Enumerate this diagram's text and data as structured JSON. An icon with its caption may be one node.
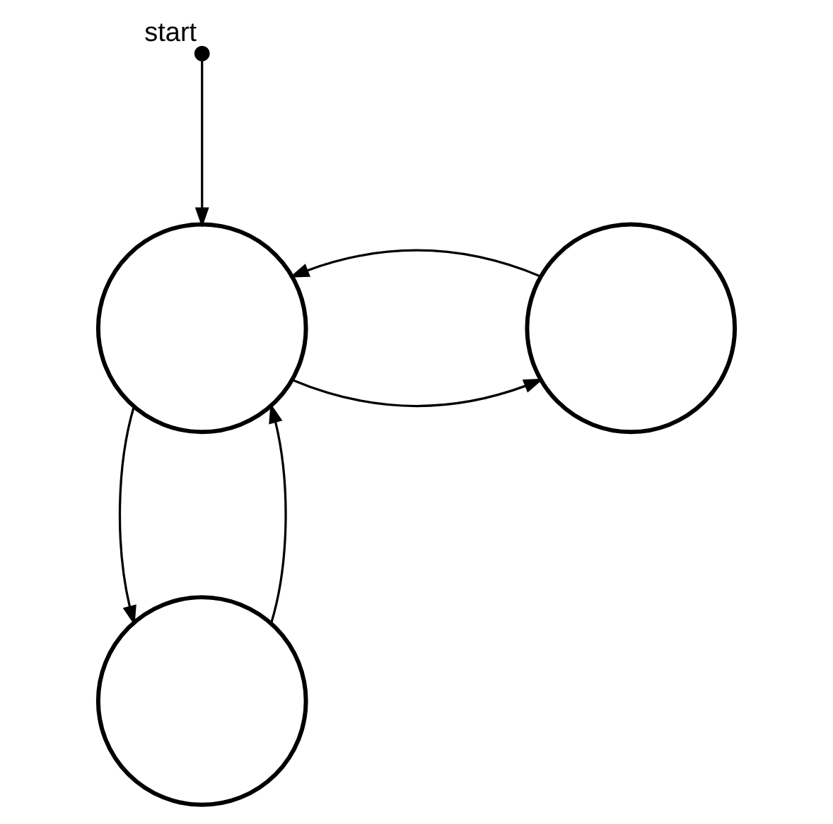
{
  "diagram": {
    "nodes": [
      {
        "text": [],
        "shape": "circle",
        "beside": [
          "start"
        ]
      },
      {
        "text": [],
        "shape": "circle"
      },
      {
        "text": [],
        "shape": "circle"
      },
      {
        "text": [],
        "shape": "circle"
      }
    ],
    "edges": [
      {
        "from": 0,
        "to": 1,
        "arrow": "to"
      },
      {
        "from": 1,
        "to": 2,
        "arrow": "to"
      },
      {
        "from": 2,
        "to": 1,
        "arrow": "to"
      },
      {
        "from": 1,
        "to": 3,
        "arrow": "to"
      },
      {
        "from": 3,
        "to": 1,
        "arrow": "to"
      }
    ]
  }
}
